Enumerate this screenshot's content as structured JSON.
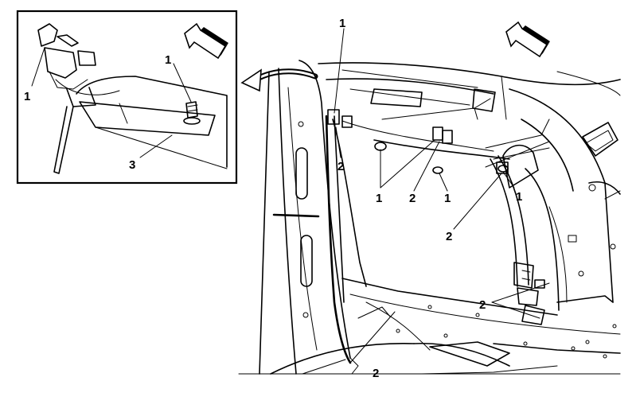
{
  "callouts": {
    "inset_1a": "1",
    "inset_1b": "1",
    "inset_3": "3",
    "main_1_top": "1",
    "main_2_left": "2",
    "main_1_mid": "1",
    "main_2_mid": "2",
    "main_1_mid2": "1",
    "main_1_right": "1",
    "main_2_right": "2",
    "main_2_lower": "2",
    "main_2_bottom": "2"
  },
  "icons": [
    "forward-arrow-icon",
    "forward-arrow-icon",
    "removal-direction-arrow-icon"
  ]
}
